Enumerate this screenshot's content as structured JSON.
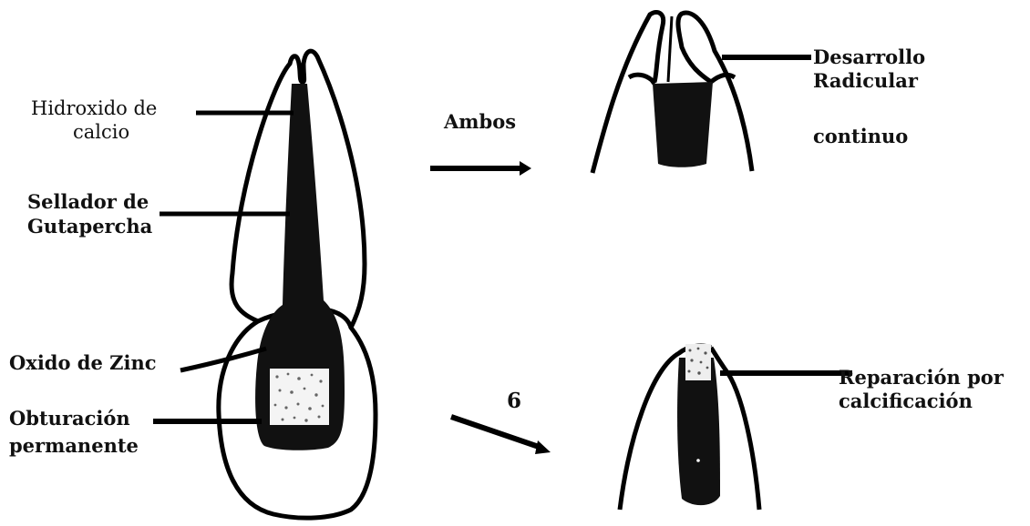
{
  "labels": {
    "hidroxido": "Hidroxido de",
    "calcio": "calcio",
    "sellador": "Sellador de",
    "gutapercha": "Gutapercha",
    "oxido": "Oxido de Zinc",
    "obturacion": "Obturación",
    "permanente": "permanente",
    "ambos": "Ambos",
    "six": "6",
    "desarrollo": "Desarrollo",
    "radicular": "Radicular",
    "continuo": "continuo",
    "reparacion": "Reparación por",
    "calcificacion": "calcificación"
  }
}
